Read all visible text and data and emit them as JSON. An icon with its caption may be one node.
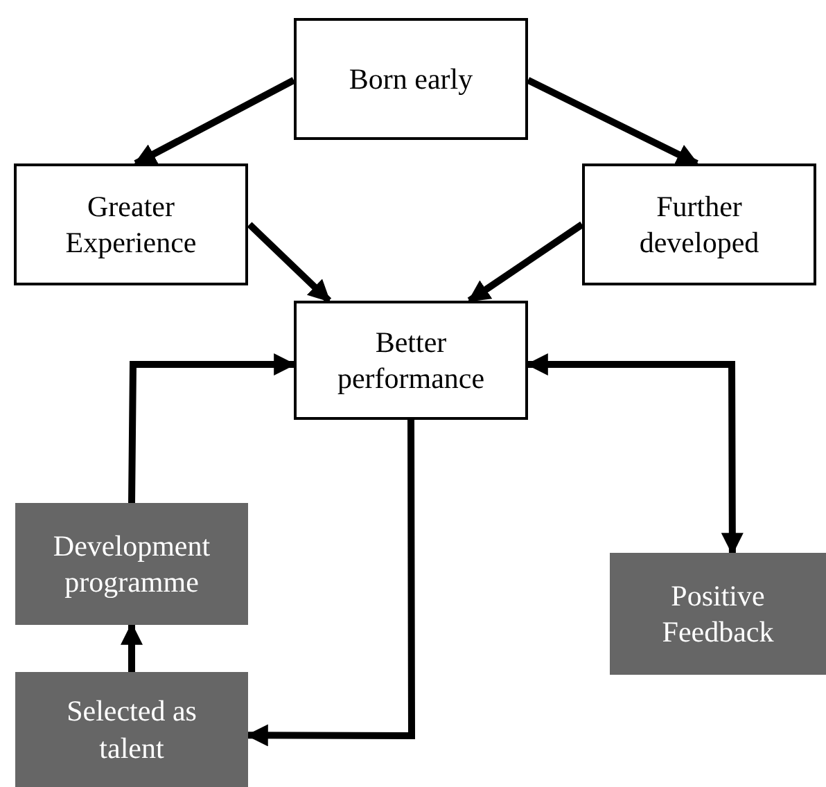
{
  "diagram": {
    "nodes": [
      {
        "text": [
          "Born early"
        ]
      },
      {
        "text": [
          "Greater Experience"
        ]
      },
      {
        "text": [
          "Further developed"
        ]
      },
      {
        "text": [
          "Better performance"
        ]
      },
      {
        "text": [
          "Development programme"
        ]
      },
      {
        "text": [
          "Selected as talent"
        ]
      },
      {
        "text": [
          "Positive Feedback"
        ]
      }
    ],
    "edges": [
      {
        "from": 0,
        "to": 1,
        "arrow": "to"
      },
      {
        "from": 0,
        "to": 2,
        "arrow": "to"
      },
      {
        "from": 1,
        "to": 3,
        "arrow": "to"
      },
      {
        "from": 2,
        "to": 3,
        "arrow": "to"
      },
      {
        "from": 3,
        "to": 5,
        "arrow": "to"
      },
      {
        "from": 5,
        "to": 4,
        "arrow": "to"
      },
      {
        "from": 4,
        "to": 3,
        "arrow": "to"
      },
      {
        "from": 3,
        "to": 6,
        "arrow": "both"
      }
    ]
  }
}
